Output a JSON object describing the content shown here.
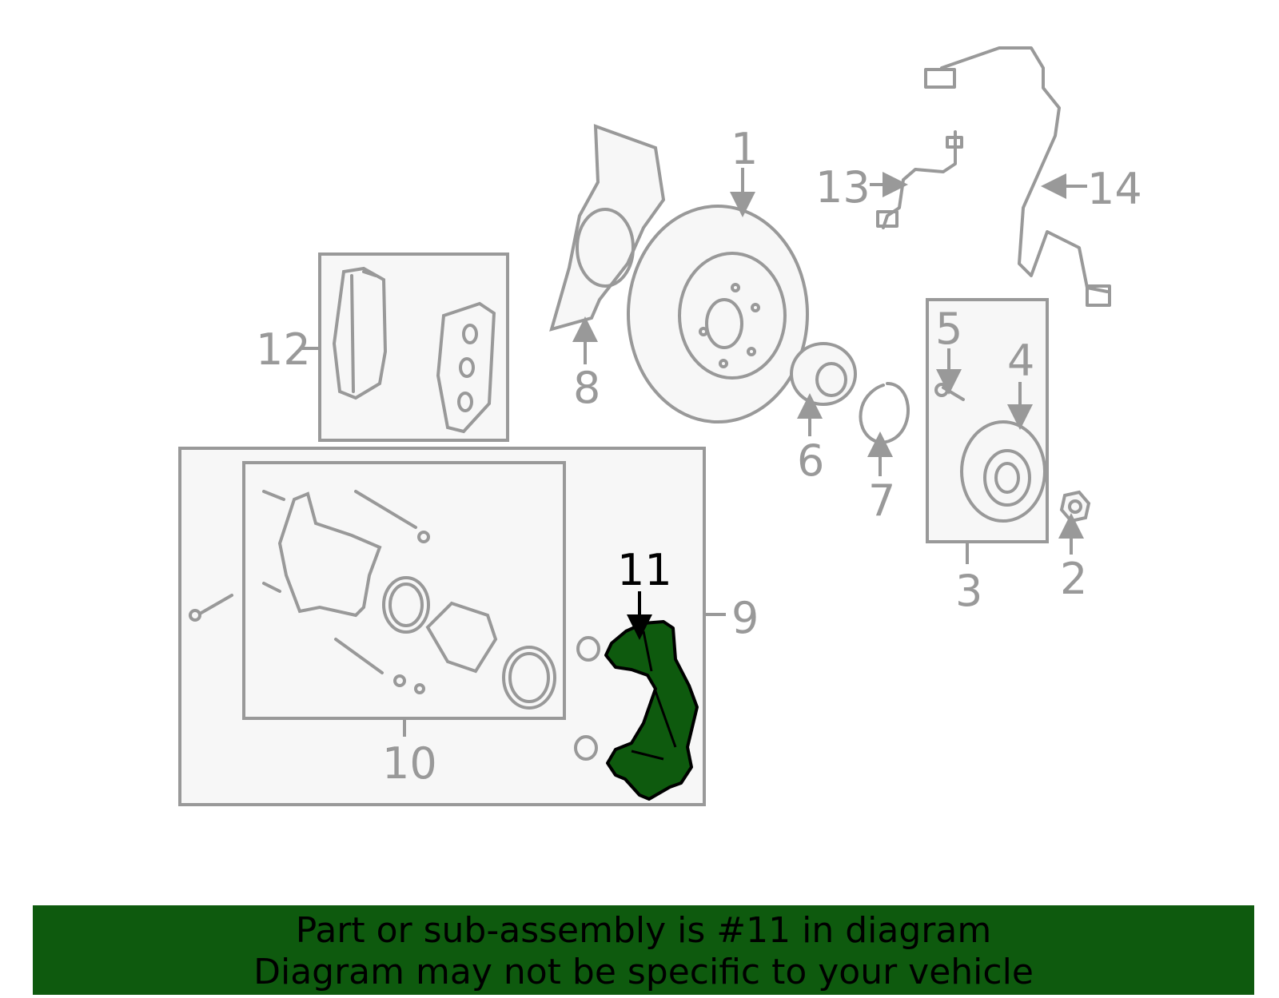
{
  "callouts": {
    "c1": "1",
    "c2": "2",
    "c3": "3",
    "c4": "4",
    "c5": "5",
    "c6": "6",
    "c7": "7",
    "c8": "8",
    "c9": "9",
    "c10": "10",
    "c11": "11",
    "c12": "12",
    "c13": "13",
    "c14": "14"
  },
  "highlight": {
    "part": "11",
    "color": "#0e5a0e"
  },
  "banner": {
    "line1": "Part or sub-assembly is #11 in diagram",
    "line2": "Diagram may not be specific to your vehicle"
  }
}
